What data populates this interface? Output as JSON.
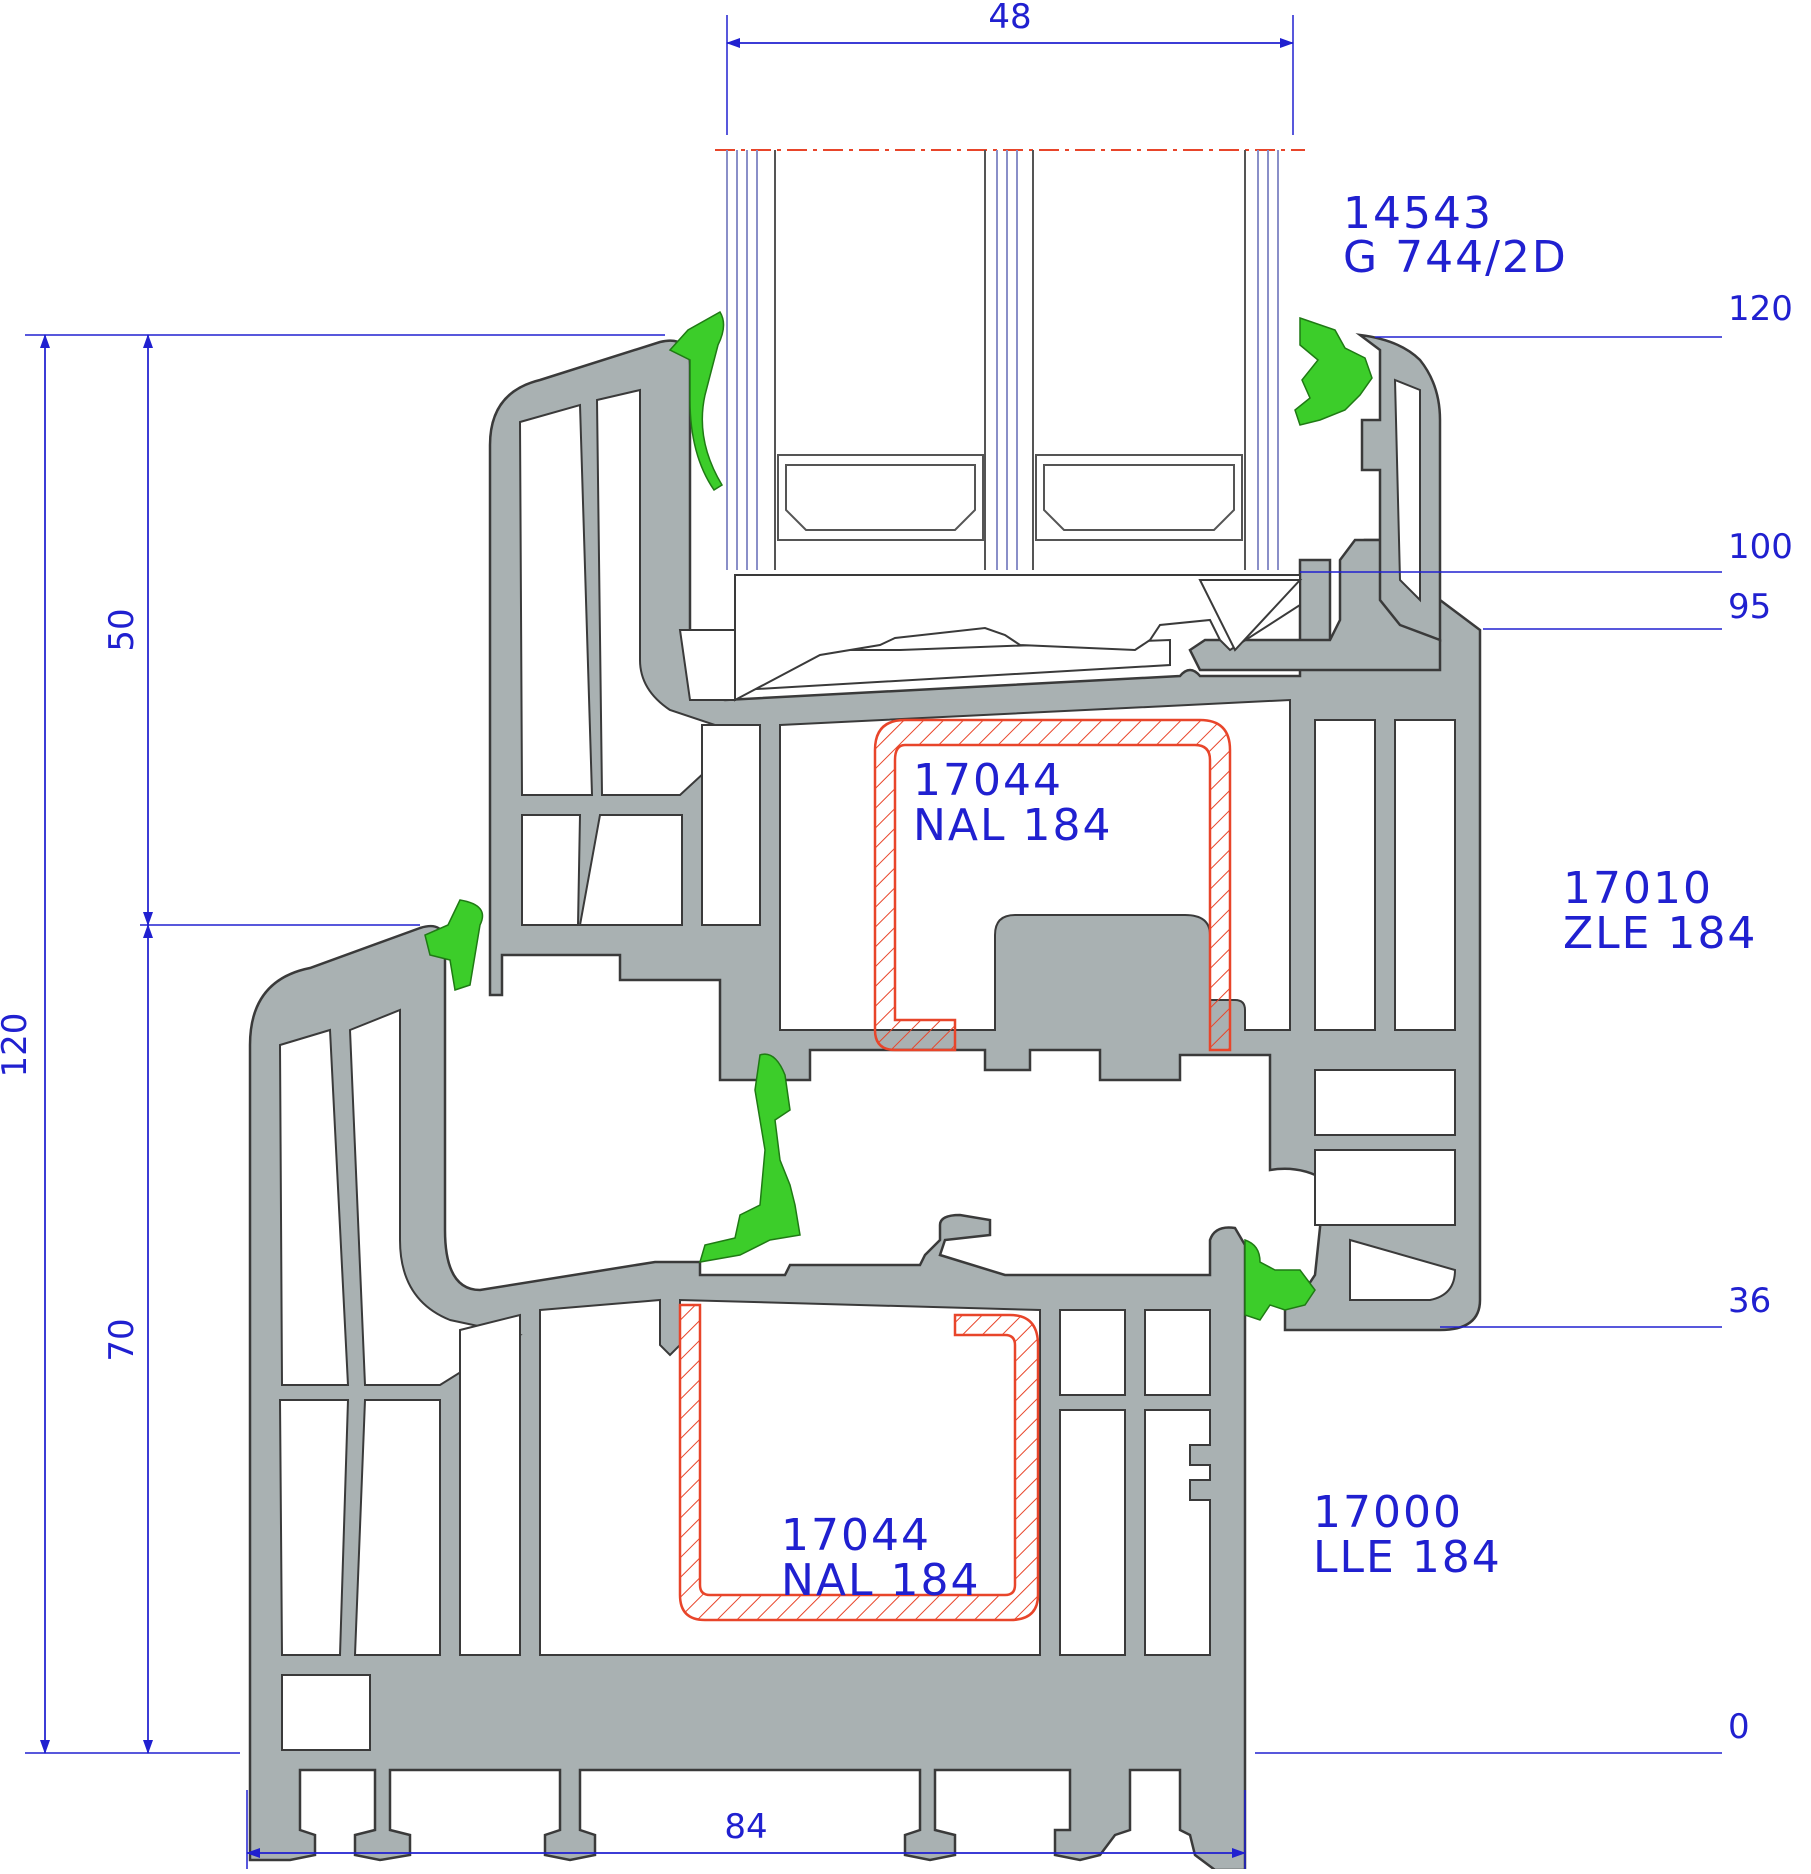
{
  "colors": {
    "dimension": "#2020d0",
    "profile_fill": "#a9b1b2",
    "profile_stroke": "#3a3a3a",
    "gasket": "#3ccd2a",
    "reinforcement": "#e8452a",
    "glass_line": "#8a8fc8"
  },
  "dimensions": {
    "glazing_width": "48",
    "frame_depth": "84",
    "total_height_left": "120",
    "upper_height": "50",
    "lower_height": "70",
    "level_120": "120",
    "level_100": "100",
    "level_95": "95",
    "level_36": "36",
    "level_0": "0"
  },
  "parts": {
    "glazing_bead": {
      "code": "14543",
      "name": "G 744/2D"
    },
    "sash_reinforcement": {
      "code": "17044",
      "name": "NAL 184"
    },
    "sash_profile": {
      "code": "17010",
      "name": "ZLE 184"
    },
    "frame_reinforcement": {
      "code": "17044",
      "name": "NAL 184"
    },
    "frame_profile": {
      "code": "17000",
      "name": "LLE 184"
    }
  }
}
